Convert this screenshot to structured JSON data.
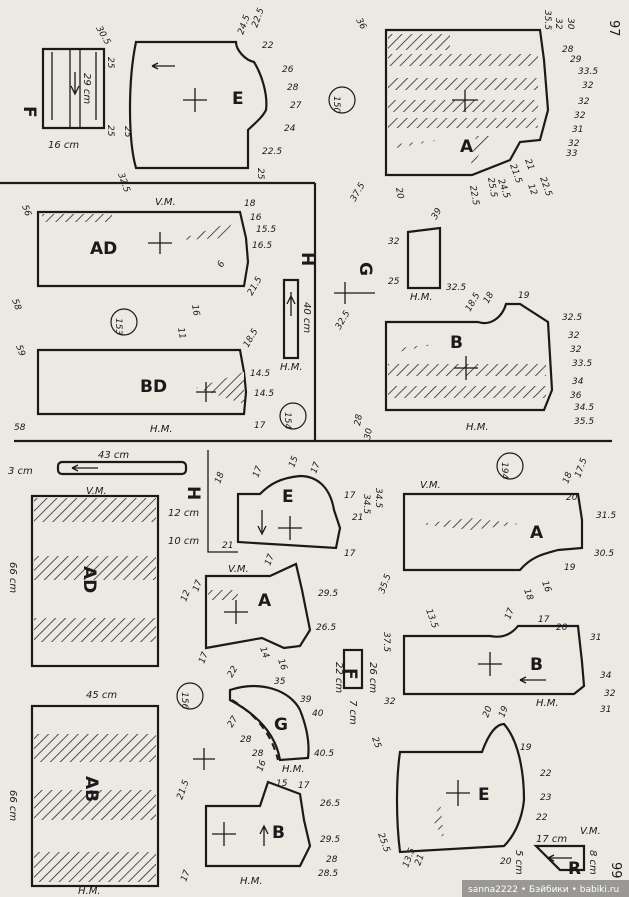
{
  "pages": {
    "top": "97",
    "bottom": "99"
  },
  "diagrams": {
    "d150": {
      "number": "150",
      "pieces": {
        "F": {
          "letter": "F",
          "length": "29 cm",
          "width": "16 cm",
          "m1": "30.5",
          "m2": "25",
          "m3": "25"
        },
        "E": {
          "letter": "E",
          "m": [
            "24.5",
            "22.5",
            "22",
            "26",
            "28",
            "27",
            "24",
            "22.5",
            "25",
            "25",
            "32.5"
          ]
        },
        "A": {
          "letter": "A",
          "m": [
            "35.5",
            "32",
            "30",
            "28",
            "29",
            "33.5",
            "32",
            "32",
            "32",
            "31",
            "32",
            "33",
            "21",
            "21.5",
            "22.5",
            "12",
            "24.5",
            "25.5",
            "22.5",
            "37.5",
            "20",
            "36"
          ]
        }
      }
    },
    "d153": {
      "number": "153",
      "vm": "V.M.",
      "pieces": {
        "AD": {
          "letter": "AD",
          "m": [
            "56",
            "18",
            "16",
            "15.5",
            "16.5",
            "6",
            "21.5",
            "58",
            "16",
            "11"
          ]
        },
        "G": {
          "letter": "G",
          "m": [
            "39",
            "32",
            "25",
            "32.5"
          ],
          "hm": "H.M."
        }
      }
    },
    "d154": {
      "number": "154",
      "H": "H",
      "tie": {
        "length": "40 cm",
        "hm": "H.M."
      },
      "pieces": {
        "BD": {
          "letter": "BD",
          "m": [
            "59",
            "18.5",
            "14.5",
            "14.5",
            "17",
            "58"
          ],
          "hm": "H.M."
        },
        "B": {
          "letter": "B",
          "m": [
            "32.5",
            "18.5",
            "18",
            "19",
            "32.5",
            "32",
            "32",
            "33.5",
            "34",
            "36",
            "34.5",
            "35.5",
            "30",
            "28"
          ],
          "hm": "H.M."
        }
      }
    },
    "d194": {
      "number": "194",
      "vm": "V.M.",
      "pieces": {
        "A": {
          "letter": "A",
          "m": [
            "34.5",
            "18",
            "17.5",
            "20",
            "31.5",
            "30.5",
            "19",
            "16",
            "18",
            "35.5"
          ]
        },
        "B": {
          "letter": "B",
          "m": [
            "37.5",
            "13.5",
            "17",
            "17",
            "20",
            "31",
            "34",
            "32",
            "31",
            "32"
          ],
          "hm": "H.M."
        },
        "E": {
          "letter": "E",
          "m": [
            "25",
            "20",
            "19",
            "19",
            "22",
            "23",
            "22",
            "20",
            "25.5",
            "21",
            "13.5"
          ]
        },
        "R": {
          "letter": "R",
          "width": "17 cm",
          "height": "8 cm",
          "side": "5 cm",
          "vm": "V.M."
        }
      }
    },
    "d156": {
      "number": "156",
      "H": "H",
      "tie": {
        "length": "43 cm",
        "width": "3 cm"
      },
      "dims": {
        "e_h1": "12 cm",
        "e_h2": "10 cm",
        "ad_w": "45 cm",
        "ad_h": "66 cm",
        "ab_h": "66 cm"
      },
      "pieces": {
        "AD": {
          "letter": "AD",
          "vm": "V.M."
        },
        "AB": {
          "letter": "AB",
          "hm": "H.M."
        },
        "E": {
          "letter": "E",
          "m": [
            "18",
            "17",
            "15",
            "17",
            "17",
            "34.5",
            "21",
            "17",
            "21"
          ]
        },
        "A": {
          "letter": "A",
          "vm": "V.M.",
          "m": [
            "17",
            "12",
            "17",
            "29.5",
            "26.5",
            "16",
            "14",
            "17"
          ]
        },
        "G": {
          "letter": "G",
          "m": [
            "22",
            "35",
            "39",
            "40",
            "27",
            "28",
            "28",
            "40.5"
          ],
          "hm": "H.M."
        },
        "F": {
          "letter": "F",
          "m1": "22 cm",
          "m2": "26 cm",
          "m3": "7 cm"
        },
        "B": {
          "letter": "B",
          "m": [
            "16",
            "15",
            "17",
            "26.5",
            "29.5",
            "28",
            "28.5",
            "21.5",
            "17"
          ],
          "hm": "H.M."
        }
      }
    }
  },
  "watermark": "sanna2222 • Бэйбики • babiki.ru"
}
